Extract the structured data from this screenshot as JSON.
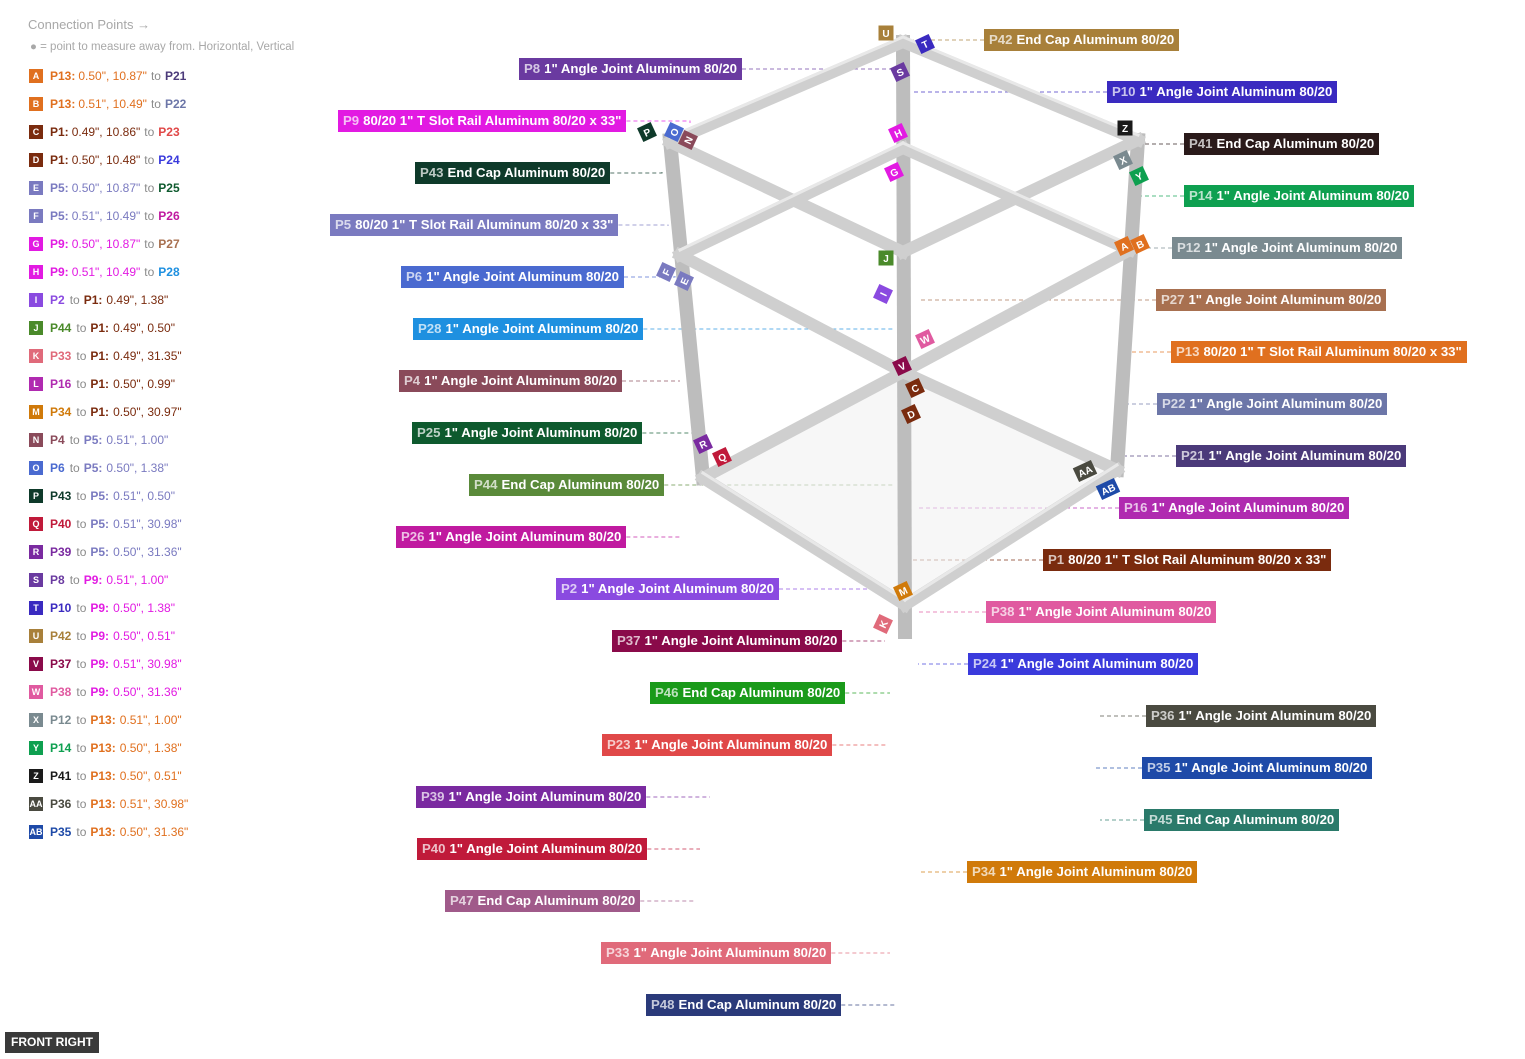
{
  "legend": {
    "title": "Connection Points →",
    "note": "● = point to measure away from. Horizontal, Vertical",
    "rows": [
      {
        "id": "A",
        "color": "#e0701f",
        "lead": "P13:",
        "a": "0.50\", 10.87\"",
        "sep": "to",
        "target": "P21",
        "tc": "#4b3a7a"
      },
      {
        "id": "B",
        "color": "#e0701f",
        "lead": "P13:",
        "a": "0.51\", 10.49\"",
        "sep": "to",
        "target": "P22",
        "tc": "#6c76a8"
      },
      {
        "id": "C",
        "color": "#7a2b0e",
        "lead": "P1:",
        "a": "0.49\", 10.86\"",
        "sep": "to",
        "target": "P23",
        "tc": "#e04848"
      },
      {
        "id": "D",
        "color": "#7a2b0e",
        "lead": "P1:",
        "a": "0.50\", 10.48\"",
        "sep": "to",
        "target": "P24",
        "tc": "#3a3adc"
      },
      {
        "id": "E",
        "color": "#7a7ac0",
        "lead": "P5:",
        "a": "0.50\", 10.87\"",
        "sep": "to",
        "target": "P25",
        "tc": "#0e5a2e"
      },
      {
        "id": "F",
        "color": "#7a7ac0",
        "lead": "P5:",
        "a": "0.51\", 10.49\"",
        "sep": "to",
        "target": "P26",
        "tc": "#c01aa0"
      },
      {
        "id": "G",
        "color": "#e21ae2",
        "lead": "P9:",
        "a": "0.50\", 10.87\"",
        "sep": "to",
        "target": "P27",
        "tc": "#a87050"
      },
      {
        "id": "H",
        "color": "#e21ae2",
        "lead": "P9:",
        "a": "0.51\", 10.49\"",
        "sep": "to",
        "target": "P28",
        "tc": "#1e90e0"
      },
      {
        "id": "I",
        "color": "#8a4ae0",
        "lead": "P2",
        "a": "",
        "sep": "to",
        "target": "P1:",
        "tc": "#7a2b0e",
        "tail": "0.49\", 1.38\""
      },
      {
        "id": "J",
        "color": "#4a8a2a",
        "lead": "P44",
        "a": "",
        "sep": "to",
        "target": "P1:",
        "tc": "#7a2b0e",
        "tail": "0.49\", 0.50\""
      },
      {
        "id": "K",
        "color": "#e06a7a",
        "lead": "P33",
        "a": "",
        "sep": "to",
        "target": "P1:",
        "tc": "#7a2b0e",
        "tail": "0.49\", 31.35\""
      },
      {
        "id": "L",
        "color": "#b02ab0",
        "lead": "P16",
        "a": "",
        "sep": "to",
        "target": "P1:",
        "tc": "#7a2b0e",
        "tail": "0.50\", 0.99\""
      },
      {
        "id": "M",
        "color": "#d07a0a",
        "lead": "P34",
        "a": "",
        "sep": "to",
        "target": "P1:",
        "tc": "#7a2b0e",
        "tail": "0.50\", 30.97\""
      },
      {
        "id": "N",
        "color": "#8a4a5a",
        "lead": "P4",
        "a": "",
        "sep": "to",
        "target": "P5:",
        "tc": "#7a7ac0",
        "tail": "0.51\", 1.00\""
      },
      {
        "id": "O",
        "color": "#4a6ad0",
        "lead": "P6",
        "a": "",
        "sep": "to",
        "target": "P5:",
        "tc": "#7a7ac0",
        "tail": "0.50\", 1.38\""
      },
      {
        "id": "P",
        "color": "#0e3a2a",
        "lead": "P43",
        "a": "",
        "sep": "to",
        "target": "P5:",
        "tc": "#7a7ac0",
        "tail": "0.51\", 0.50\""
      },
      {
        "id": "Q",
        "color": "#c01a3a",
        "lead": "P40",
        "a": "",
        "sep": "to",
        "target": "P5:",
        "tc": "#7a7ac0",
        "tail": "0.51\", 30.98\""
      },
      {
        "id": "R",
        "color": "#7a2aa0",
        "lead": "P39",
        "a": "",
        "sep": "to",
        "target": "P5:",
        "tc": "#7a7ac0",
        "tail": "0.50\", 31.36\""
      },
      {
        "id": "S",
        "color": "#6a3aa0",
        "lead": "P8",
        "a": "",
        "sep": "to",
        "target": "P9:",
        "tc": "#e21ae2",
        "tail": "0.51\", 1.00\""
      },
      {
        "id": "T",
        "color": "#3a2ac0",
        "lead": "P10",
        "a": "",
        "sep": "to",
        "target": "P9:",
        "tc": "#e21ae2",
        "tail": "0.50\", 1.38\""
      },
      {
        "id": "U",
        "color": "#a8803a",
        "lead": "P42",
        "a": "",
        "sep": "to",
        "target": "P9:",
        "tc": "#e21ae2",
        "tail": "0.50\", 0.51\""
      },
      {
        "id": "V",
        "color": "#8a0a4a",
        "lead": "P37",
        "a": "",
        "sep": "to",
        "target": "P9:",
        "tc": "#e21ae2",
        "tail": "0.51\", 30.98\""
      },
      {
        "id": "W",
        "color": "#e05aa0",
        "lead": "P38",
        "a": "",
        "sep": "to",
        "target": "P9:",
        "tc": "#e21ae2",
        "tail": "0.50\", 31.36\""
      },
      {
        "id": "X",
        "color": "#7a8a90",
        "lead": "P12",
        "a": "",
        "sep": "to",
        "target": "P13:",
        "tc": "#e0701f",
        "tail": "0.51\", 1.00\""
      },
      {
        "id": "Y",
        "color": "#0ea050",
        "lead": "P14",
        "a": "",
        "sep": "to",
        "target": "P13:",
        "tc": "#e0701f",
        "tail": "0.50\", 1.38\""
      },
      {
        "id": "Z",
        "color": "#1a1a1a",
        "lead": "P41",
        "a": "",
        "sep": "to",
        "target": "P13:",
        "tc": "#e0701f",
        "tail": "0.50\", 0.51\""
      },
      {
        "id": "AA",
        "color": "#4a4a40",
        "lead": "P36",
        "a": "",
        "sep": "to",
        "target": "P13:",
        "tc": "#e0701f",
        "tail": "0.51\", 30.98\""
      },
      {
        "id": "AB",
        "color": "#1e4aa8",
        "lead": "P35",
        "a": "",
        "sep": "to",
        "target": "P13:",
        "tc": "#e0701f",
        "tail": "0.50\", 31.36\""
      }
    ]
  },
  "parts": [
    {
      "pid": "P42",
      "name": "End Cap Aluminum 80/20",
      "color": "#a8803a"
    },
    {
      "pid": "P8",
      "name": "1\" Angle Joint Aluminum 80/20",
      "color": "#6a3aa0"
    },
    {
      "pid": "P10",
      "name": "1\" Angle Joint Aluminum 80/20",
      "color": "#3a2ac0"
    },
    {
      "pid": "P9",
      "name": "80/20 1\" T Slot Rail Aluminum 80/20 x 33\"",
      "color": "#e21ae2"
    },
    {
      "pid": "P41",
      "name": "End Cap Aluminum 80/20",
      "color": "#2a1a1a"
    },
    {
      "pid": "P43",
      "name": "End Cap Aluminum 80/20",
      "color": "#0e3a2a"
    },
    {
      "pid": "P14",
      "name": "1\" Angle Joint Aluminum 80/20",
      "color": "#0ea050"
    },
    {
      "pid": "P5",
      "name": "80/20 1\" T Slot Rail Aluminum 80/20 x 33\"",
      "color": "#7a7ac0"
    },
    {
      "pid": "P12",
      "name": "1\" Angle Joint Aluminum 80/20",
      "color": "#7a8a90"
    },
    {
      "pid": "P6",
      "name": "1\" Angle Joint Aluminum 80/20",
      "color": "#4a6ad0"
    },
    {
      "pid": "P27",
      "name": "1\" Angle Joint Aluminum 80/20",
      "color": "#a87050"
    },
    {
      "pid": "P28",
      "name": "1\" Angle Joint Aluminum 80/20",
      "color": "#1e90e0"
    },
    {
      "pid": "P13",
      "name": "80/20 1\" T Slot Rail Aluminum 80/20 x 33\"",
      "color": "#e0701f"
    },
    {
      "pid": "P4",
      "name": "1\" Angle Joint Aluminum 80/20",
      "color": "#8a4a5a"
    },
    {
      "pid": "P22",
      "name": "1\" Angle Joint Aluminum 80/20",
      "color": "#6c76a8"
    },
    {
      "pid": "P25",
      "name": "1\" Angle Joint Aluminum 80/20",
      "color": "#0e5a2e"
    },
    {
      "pid": "P21",
      "name": "1\" Angle Joint Aluminum 80/20",
      "color": "#4b3a7a"
    },
    {
      "pid": "P44",
      "name": "End Cap Aluminum 80/20",
      "color": "#5a8a3a"
    },
    {
      "pid": "P16",
      "name": "1\" Angle Joint Aluminum 80/20",
      "color": "#b02ab0"
    },
    {
      "pid": "P26",
      "name": "1\" Angle Joint Aluminum 80/20",
      "color": "#c01aa0"
    },
    {
      "pid": "P1",
      "name": "80/20 1\" T Slot Rail Aluminum 80/20 x 33\"",
      "color": "#7a2b0e"
    },
    {
      "pid": "P2",
      "name": "1\" Angle Joint Aluminum 80/20",
      "color": "#8a4ae0"
    },
    {
      "pid": "P38",
      "name": "1\" Angle Joint Aluminum 80/20",
      "color": "#e05aa0"
    },
    {
      "pid": "P37",
      "name": "1\" Angle Joint Aluminum 80/20",
      "color": "#8a0a4a"
    },
    {
      "pid": "P24",
      "name": "1\" Angle Joint Aluminum 80/20",
      "color": "#3a3adc"
    },
    {
      "pid": "P46",
      "name": "End Cap Aluminum 80/20",
      "color": "#1a9a1a"
    },
    {
      "pid": "P36",
      "name": "1\" Angle Joint Aluminum 80/20",
      "color": "#4a4a40"
    },
    {
      "pid": "P23",
      "name": "1\" Angle Joint Aluminum 80/20",
      "color": "#e04848"
    },
    {
      "pid": "P35",
      "name": "1\" Angle Joint Aluminum 80/20",
      "color": "#1e4aa8"
    },
    {
      "pid": "P39",
      "name": "1\" Angle Joint Aluminum 80/20",
      "color": "#7a2aa0"
    },
    {
      "pid": "P45",
      "name": "End Cap Aluminum 80/20",
      "color": "#2a7a6a"
    },
    {
      "pid": "P40",
      "name": "1\" Angle Joint Aluminum 80/20",
      "color": "#c01a3a"
    },
    {
      "pid": "P34",
      "name": "1\" Angle Joint Aluminum 80/20",
      "color": "#d07a0a"
    },
    {
      "pid": "P47",
      "name": "End Cap Aluminum 80/20",
      "color": "#a05a8a"
    },
    {
      "pid": "P33",
      "name": "1\" Angle Joint Aluminum 80/20",
      "color": "#e06a7a"
    },
    {
      "pid": "P48",
      "name": "End Cap Aluminum 80/20",
      "color": "#2a3a7a"
    }
  ],
  "markers": [
    "A",
    "B",
    "C",
    "D",
    "E",
    "F",
    "G",
    "H",
    "I",
    "J",
    "K",
    "M",
    "N",
    "O",
    "P",
    "Q",
    "R",
    "S",
    "T",
    "U",
    "V",
    "W",
    "X",
    "Y",
    "Z",
    "AA",
    "AB"
  ],
  "view": "FRONT RIGHT"
}
